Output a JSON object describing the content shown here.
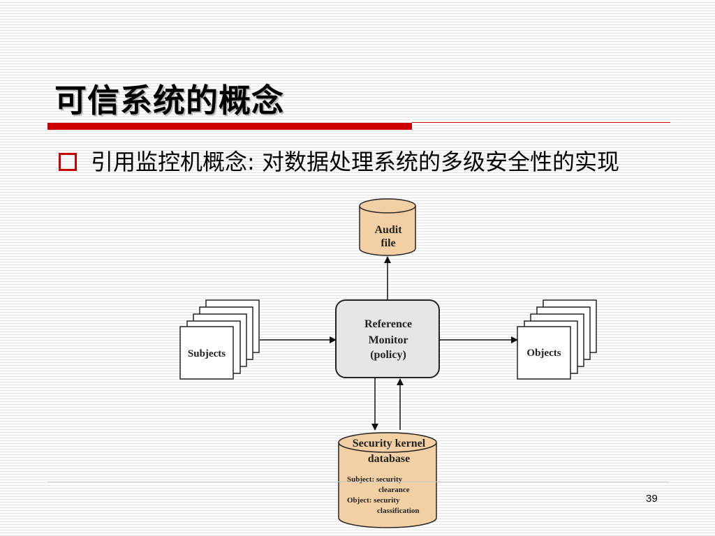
{
  "slide": {
    "title": "可信系统的概念",
    "bullet_text": "引用监控机概念: 对数据处理系统的多级安全性的实现",
    "page_number": "39"
  },
  "diagram": {
    "audit_file": {
      "line1": "Audit",
      "line2": "file"
    },
    "reference_monitor": {
      "line1": "Reference",
      "line2": "Monitor",
      "line3": "(policy)"
    },
    "subjects": "Subjects",
    "objects": "Objects",
    "kernel_db": {
      "title1": "Security kernel",
      "title2": "database",
      "subject_line1": "Subject: security",
      "subject_line2": "clearance",
      "object_line1": "Object: security",
      "object_line2": "classification"
    }
  },
  "colors": {
    "accent_red": "#cc0000",
    "cylinder_fill": "#f2d0a4",
    "monitor_fill": "#e6e6e6"
  }
}
